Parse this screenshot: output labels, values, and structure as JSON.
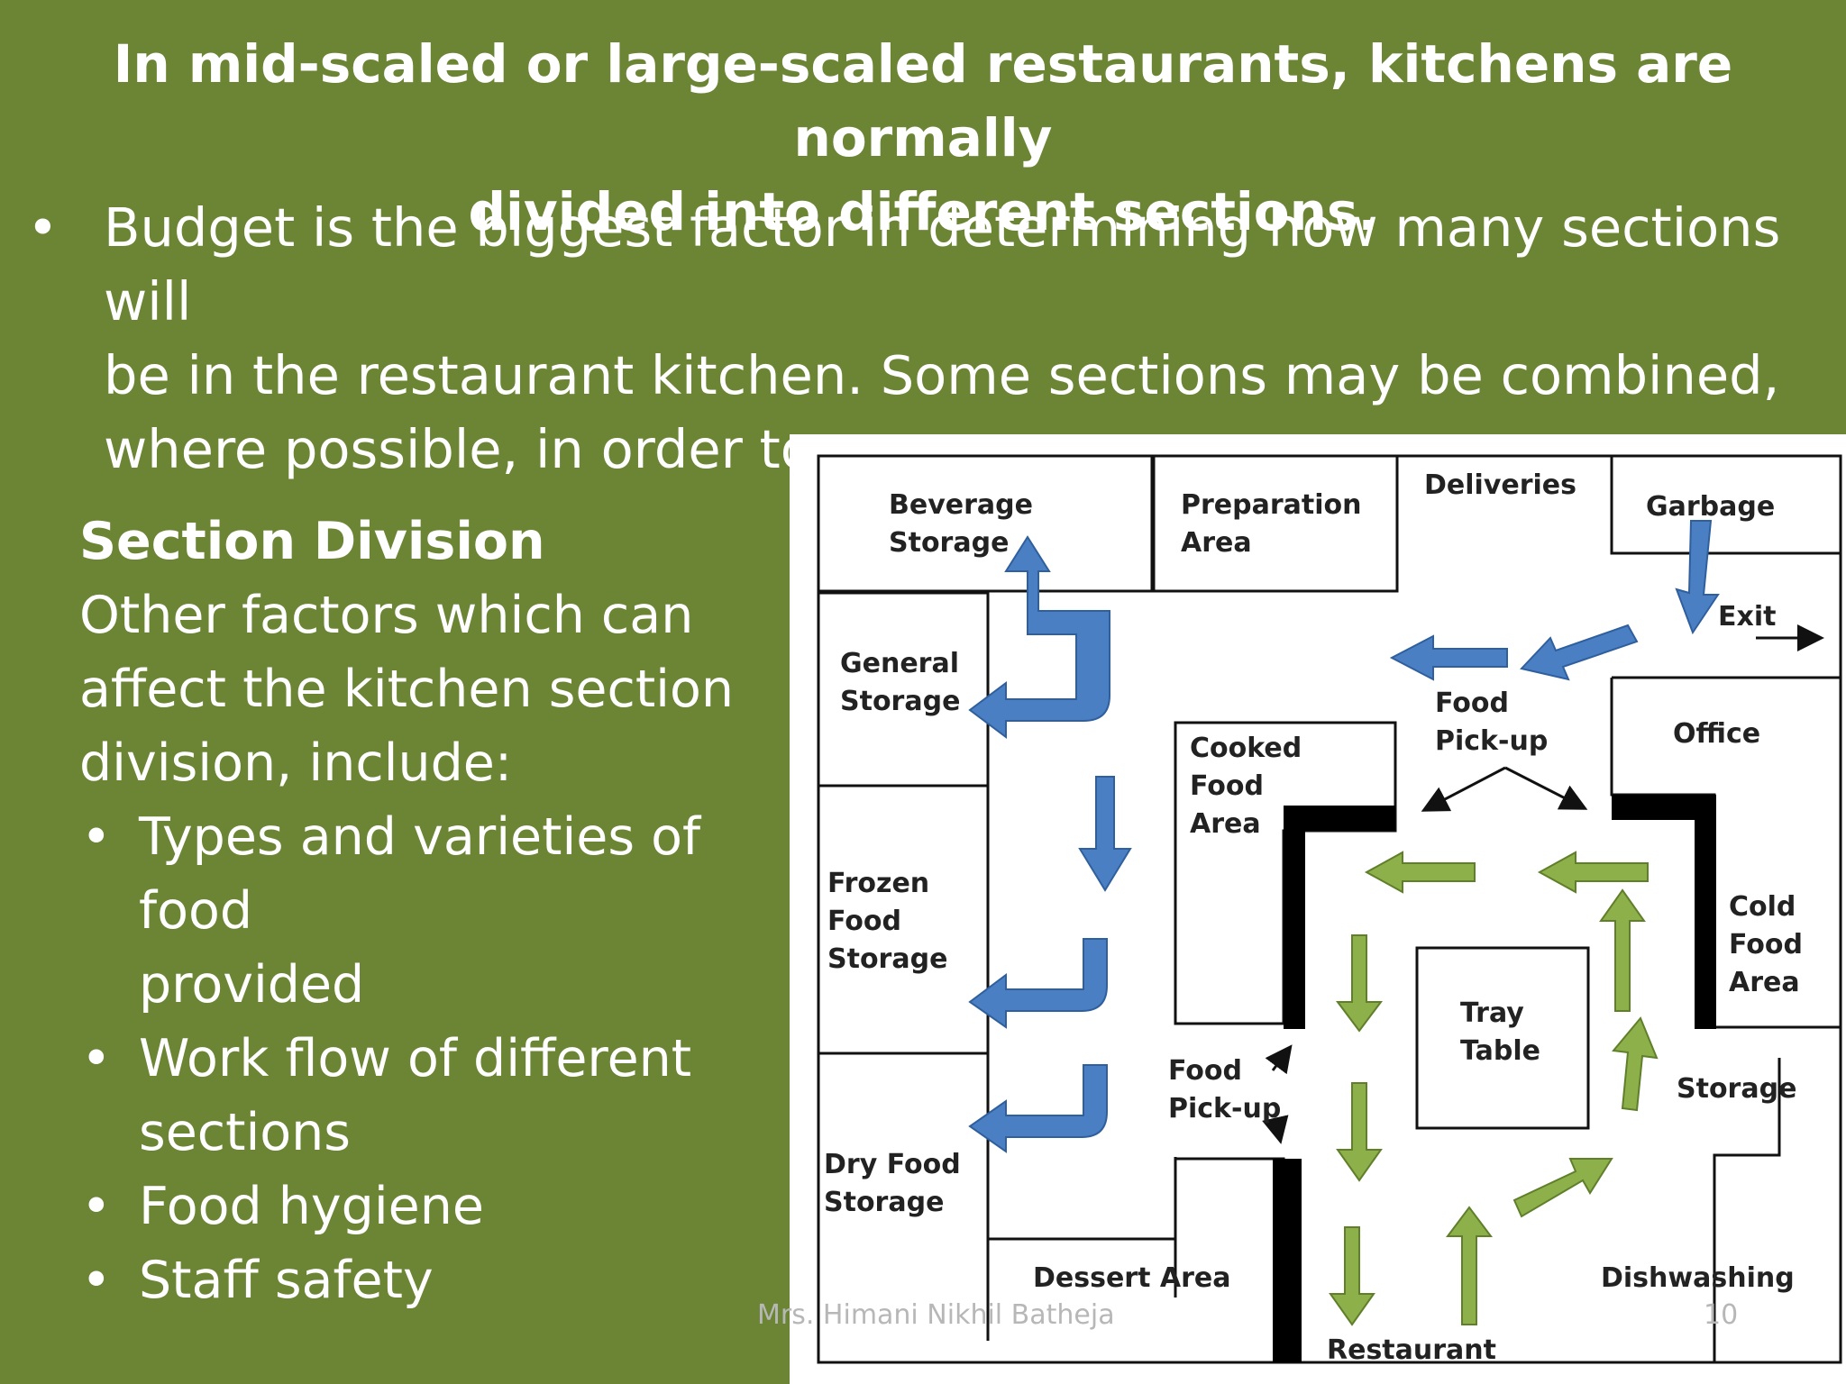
{
  "title": {
    "line1": "In mid-scaled or large-scaled restaurants, kitchens are normally",
    "line2": "divided into different sections."
  },
  "bullet": {
    "dot": "•",
    "line1": "Budget is the biggest factor in determining how many sections will",
    "line2": "be in the restaurant kitchen. Some sections may be combined,",
    "line3": "where possible, in order to save space."
  },
  "section": {
    "heading": "Section Division",
    "intro": [
      "Other factors which can",
      "affect the kitchen section",
      "division, include:"
    ],
    "items": [
      {
        "line1": "Types and varieties of food",
        "line2": "provided"
      },
      {
        "line1": "Work flow of different",
        "line2": "sections"
      },
      {
        "line1": "Food hygiene",
        "line2": ""
      },
      {
        "line1": "Staff safety",
        "line2": ""
      }
    ]
  },
  "diagram": {
    "beverage": [
      "Beverage",
      "Storage"
    ],
    "prep": [
      "Preparation",
      "Area"
    ],
    "deliveries": "Deliveries",
    "garbage": "Garbage",
    "exit": "Exit",
    "general": [
      "General",
      "Storage"
    ],
    "pickup_top": [
      "Food",
      "Pick-up"
    ],
    "office": "Office",
    "cooked": [
      "Cooked",
      "Food",
      "Area"
    ],
    "frozen": [
      "Frozen",
      "Food",
      "Storage"
    ],
    "cold": [
      "Cold",
      "Food",
      "Area"
    ],
    "tray": [
      "Tray",
      "Table"
    ],
    "pickup_bottom": [
      "Food",
      "Pick-up"
    ],
    "storage": "Storage",
    "dry": [
      "Dry Food",
      "Storage"
    ],
    "dessert": "Dessert Area",
    "dishwashing": "Dishwashing",
    "restaurant": "Restaurant"
  },
  "colors": {
    "background": "#6b8535",
    "blue_arrow": "#4a7fc4",
    "green_arrow": "#8db04a"
  },
  "footer": {
    "author": "Mrs. Himani Nikhil Batheja",
    "page": "10"
  }
}
